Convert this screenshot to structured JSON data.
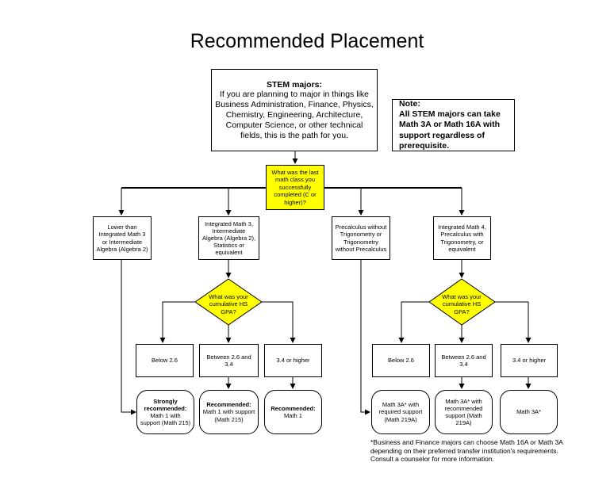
{
  "title": "Recommended Placement",
  "stem_box": {
    "heading": "STEM majors:",
    "body": "If you are planning to major in things like Business Administration, Finance, Physics, Chemistry, Engineering, Architecture, Computer Science, or other technical fields, this is the path for you."
  },
  "note_box": {
    "heading": "Note:",
    "body": "All STEM majors can take Math 3A or Math 16A with support regardless of prerequisite."
  },
  "question_last_math": "What was the last math class you successfully completed (C or higher)?",
  "categories": [
    "Lower than Integrated Math 3 or Intermediate Algebra (Algebra 2)",
    "Integrated Math 3, Intermediate Algebra (Algebra 2), Statistics or equivalent",
    "Precalculus without Trigonometry or Trigonometry without Precalculus",
    "Integrated Math 4, Precalculus with Trigonometry, or equivalent"
  ],
  "gpa_question": "What was your cumulative HS GPA?",
  "gpa_ranges": [
    "Below 2.6",
    "Between 2.6 and 3.4",
    "3.4 or higher"
  ],
  "left_results": [
    {
      "bold": "Strongly recommended:",
      "text": "Math 1 with support (Math 215)"
    },
    {
      "bold": "Recommended:",
      "text": "Math 1 with support (Math 215)"
    },
    {
      "bold": "Recommended:",
      "text": "Math 1"
    }
  ],
  "right_results": [
    "Math 3A* with required support (Math 219A)",
    "Math 3A* with recommended support (Math 219A)",
    "Math 3A*"
  ],
  "footnote": "*Business and Finance majors can choose Math 16A or Math 3A depending on their preferred transfer institution's requirements. Consult a counselor for more information.",
  "colors": {
    "decision_fill": "#ffff00",
    "line": "#000000"
  }
}
